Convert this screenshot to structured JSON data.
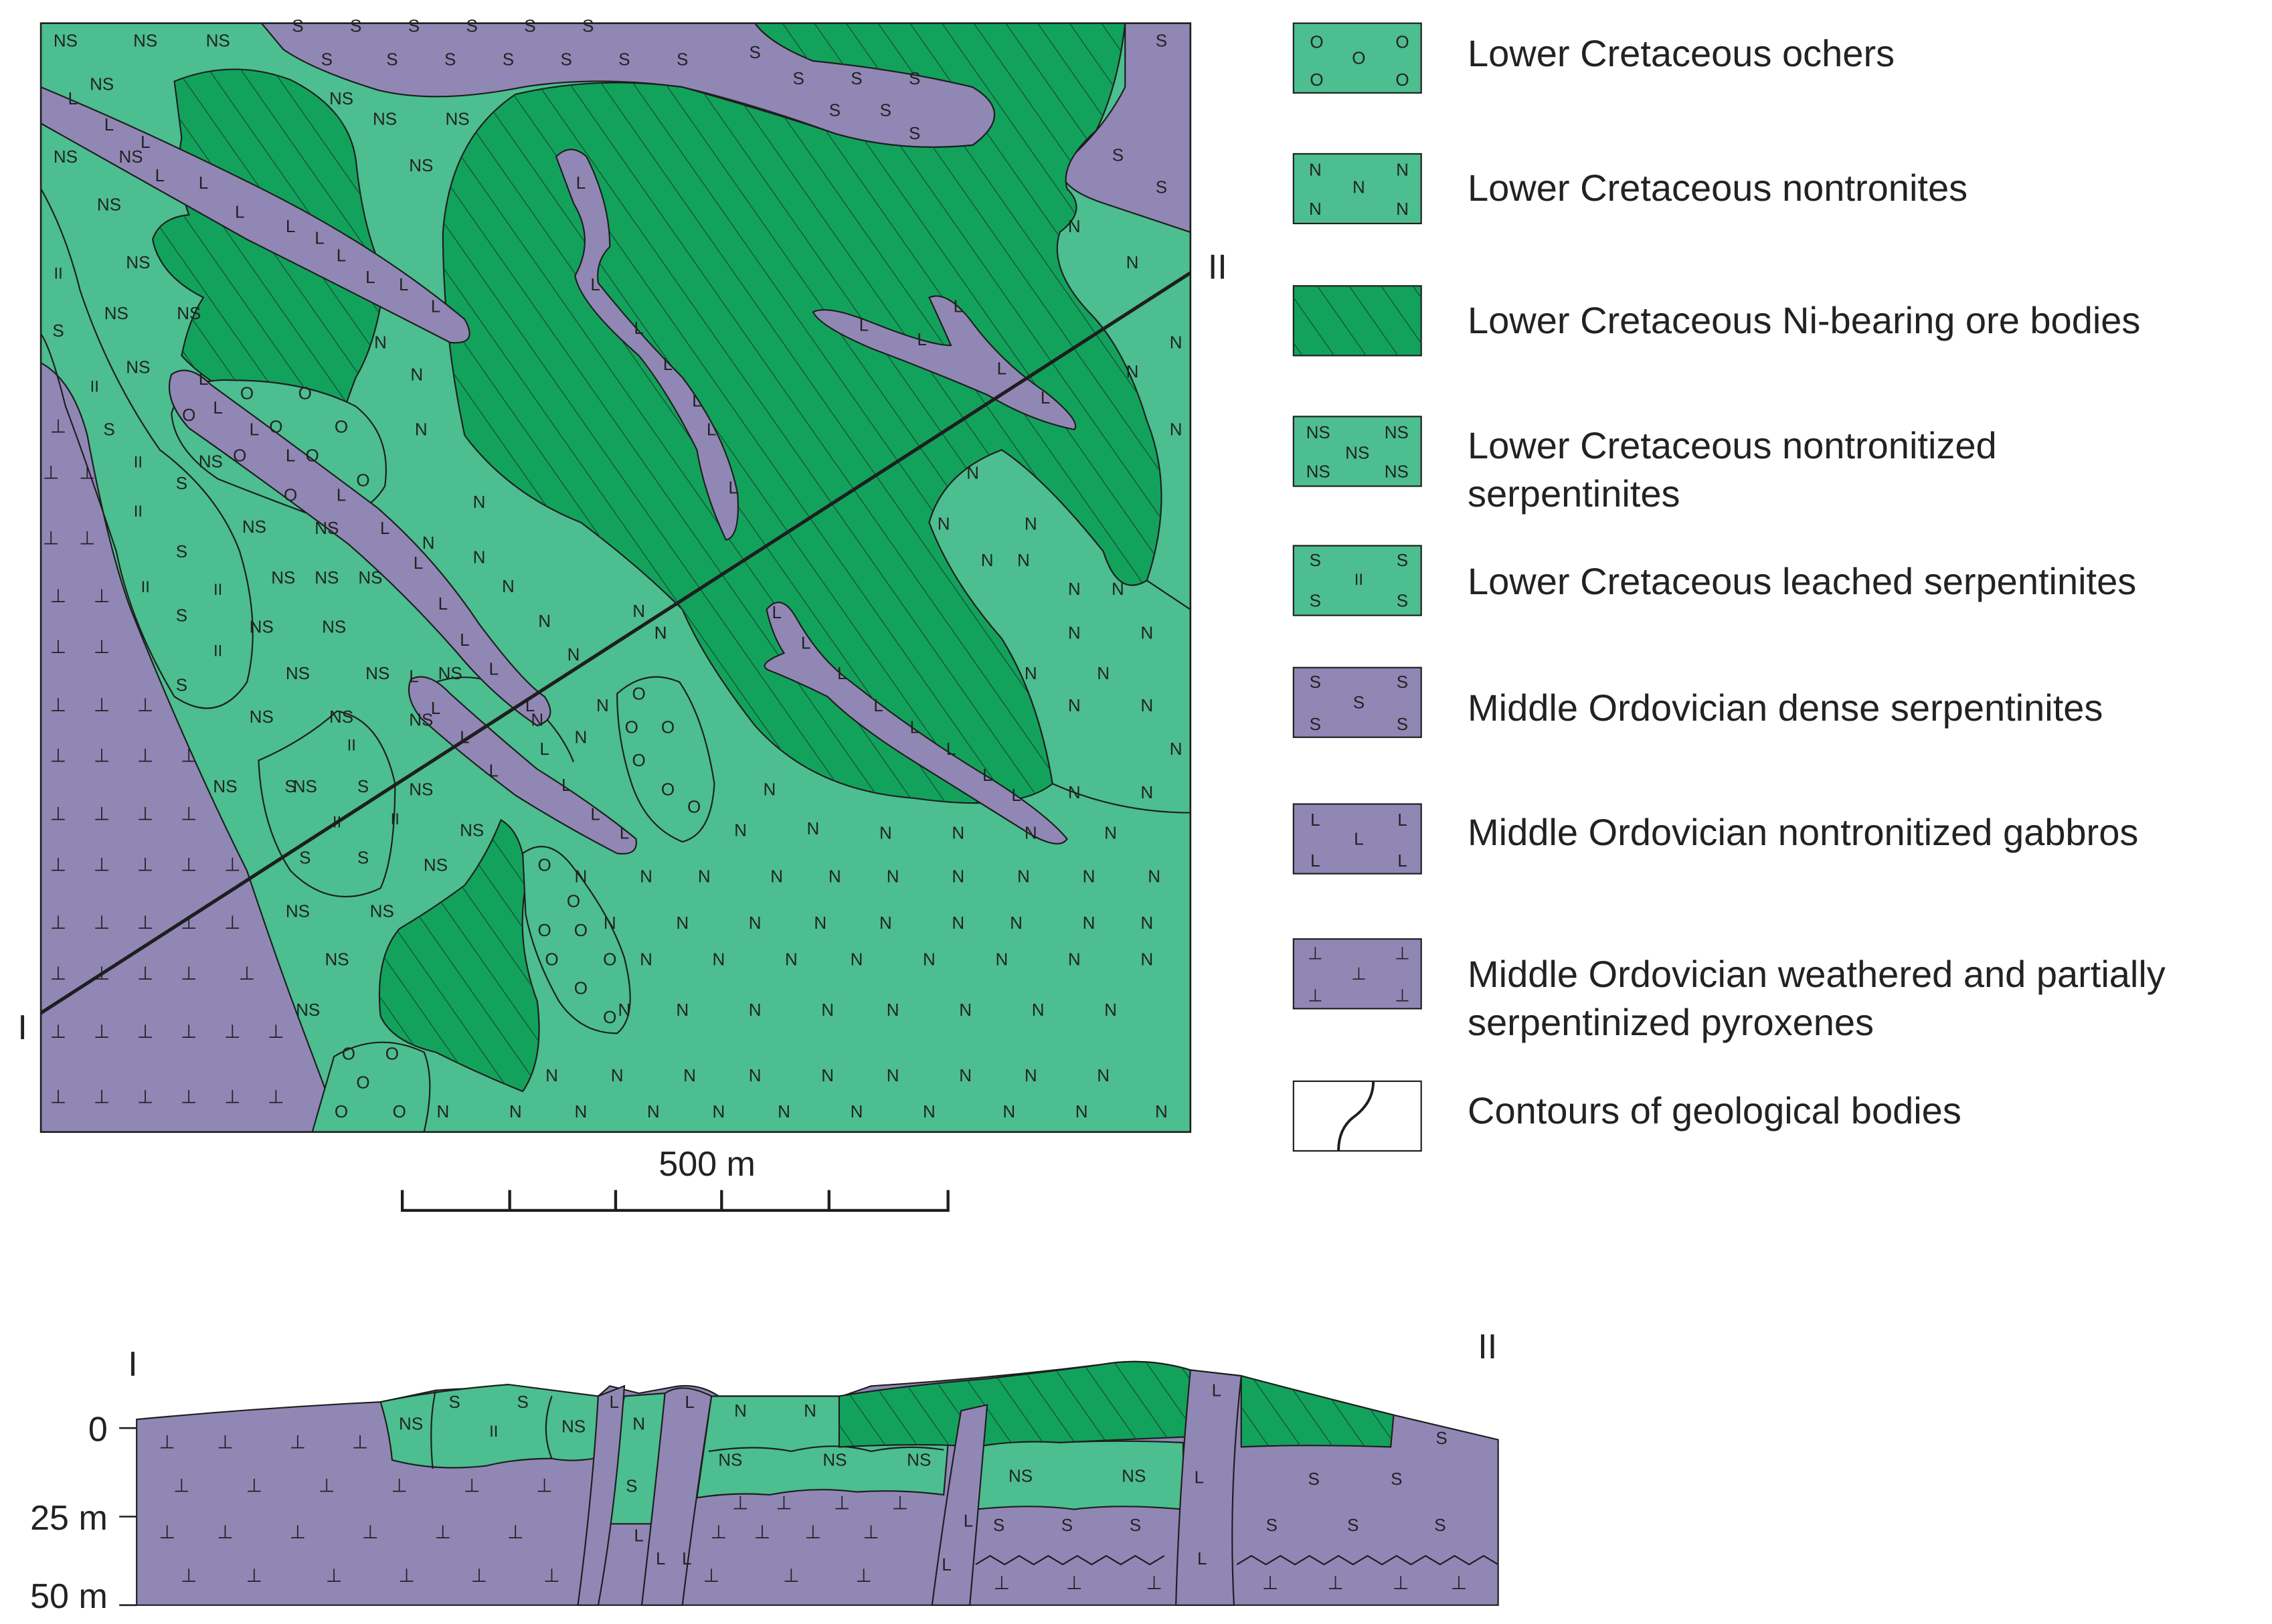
{
  "colors": {
    "green": "#4cbe8f",
    "dark_green": "#13a25c",
    "purple": "#9187b5",
    "line": "#1e1e1e",
    "hatch": "#114c30"
  },
  "map": {
    "profile_start_label": "I",
    "profile_end_label": "II",
    "scale_label": "500 m"
  },
  "section": {
    "left_label": "I",
    "right_label": "II",
    "depth_labels": [
      "0",
      "25 m",
      "50 m"
    ]
  },
  "legend": [
    {
      "pattern": "ochers",
      "symbols": "O",
      "label_lines": [
        "Lower Cretaceous ochers"
      ]
    },
    {
      "pattern": "nontronites",
      "symbols": "N",
      "label_lines": [
        "Lower Cretaceous nontronites"
      ]
    },
    {
      "pattern": "ore",
      "symbols": "",
      "label_lines": [
        "Lower Cretaceous Ni-bearing ore bodies"
      ]
    },
    {
      "pattern": "nontronized-serpentinites",
      "symbols": "NS",
      "label_lines": [
        "Lower Cretaceous nontronitized",
        "serpentinites"
      ]
    },
    {
      "pattern": "leached-serpentinites",
      "symbols": "S II",
      "label_lines": [
        "Lower Cretaceous leached serpentinites"
      ]
    },
    {
      "pattern": "dense-serpentinites",
      "symbols": "S",
      "label_lines": [
        "Middle Ordovician dense serpentinites"
      ]
    },
    {
      "pattern": "gabbros",
      "symbols": "L",
      "label_lines": [
        "Middle Ordovician nontronitized gabbros"
      ]
    },
    {
      "pattern": "pyroxenes",
      "symbols": "⊥",
      "label_lines": [
        "Middle Ordovician weathered and partially",
        "serpentinized pyroxenes"
      ]
    },
    {
      "pattern": "contours",
      "symbols": "",
      "label_lines": [
        "Contours of geological bodies"
      ]
    }
  ],
  "map_symbols": {
    "NS": [
      [
        45,
        32
      ],
      [
        100,
        32
      ],
      [
        150,
        32
      ],
      [
        70,
        62
      ],
      [
        45,
        112
      ],
      [
        90,
        112
      ],
      [
        75,
        145
      ],
      [
        95,
        185
      ],
      [
        80,
        220
      ],
      [
        130,
        220
      ],
      [
        95,
        257
      ],
      [
        145,
        322
      ],
      [
        175,
        367
      ],
      [
        195,
        402
      ],
      [
        225,
        368
      ],
      [
        225,
        402
      ],
      [
        255,
        402
      ],
      [
        180,
        436
      ],
      [
        230,
        436
      ],
      [
        205,
        468
      ],
      [
        260,
        468
      ],
      [
        180,
        498
      ],
      [
        235,
        498
      ],
      [
        290,
        500
      ],
      [
        310,
        468
      ],
      [
        155,
        546
      ],
      [
        210,
        546
      ],
      [
        290,
        548
      ],
      [
        325,
        576
      ],
      [
        300,
        600
      ],
      [
        205,
        632
      ],
      [
        263,
        632
      ],
      [
        232,
        665
      ],
      [
        212,
        700
      ],
      [
        235,
        72
      ],
      [
        265,
        86
      ],
      [
        315,
        86
      ],
      [
        290,
        118
      ]
    ],
    "N": [
      [
        262,
        240
      ],
      [
        287,
        262
      ],
      [
        290,
        300
      ],
      [
        330,
        350
      ],
      [
        295,
        378
      ],
      [
        330,
        388
      ],
      [
        350,
        408
      ],
      [
        375,
        432
      ],
      [
        395,
        455
      ],
      [
        440,
        425
      ],
      [
        415,
        490
      ],
      [
        455,
        440
      ],
      [
        370,
        500
      ],
      [
        400,
        512
      ],
      [
        455,
        440
      ],
      [
        510,
        576
      ],
      [
        530,
        548
      ],
      [
        560,
        575
      ],
      [
        610,
        578
      ],
      [
        660,
        578
      ],
      [
        710,
        578
      ],
      [
        765,
        578
      ],
      [
        790,
        550
      ],
      [
        740,
        550
      ],
      [
        710,
        468
      ],
      [
        740,
        490
      ],
      [
        760,
        468
      ],
      [
        790,
        490
      ],
      [
        810,
        520
      ],
      [
        740,
        440
      ],
      [
        790,
        440
      ],
      [
        670,
        330
      ],
      [
        710,
        365
      ],
      [
        650,
        365
      ],
      [
        680,
        390
      ],
      [
        705,
        390
      ],
      [
        740,
        410
      ],
      [
        770,
        410
      ],
      [
        740,
        160
      ],
      [
        780,
        185
      ],
      [
        810,
        240
      ],
      [
        780,
        260
      ],
      [
        810,
        300
      ],
      [
        400,
        608
      ],
      [
        445,
        608
      ],
      [
        485,
        608
      ],
      [
        535,
        608
      ],
      [
        575,
        608
      ],
      [
        615,
        608
      ],
      [
        660,
        608
      ],
      [
        705,
        608
      ],
      [
        750,
        608
      ],
      [
        795,
        608
      ],
      [
        420,
        640
      ],
      [
        470,
        640
      ],
      [
        520,
        640
      ],
      [
        565,
        640
      ],
      [
        610,
        640
      ],
      [
        660,
        640
      ],
      [
        700,
        640
      ],
      [
        750,
        640
      ],
      [
        790,
        640
      ],
      [
        445,
        665
      ],
      [
        495,
        665
      ],
      [
        545,
        665
      ],
      [
        590,
        665
      ],
      [
        640,
        665
      ],
      [
        690,
        665
      ],
      [
        740,
        665
      ],
      [
        790,
        665
      ],
      [
        430,
        700
      ],
      [
        470,
        700
      ],
      [
        520,
        700
      ],
      [
        570,
        700
      ],
      [
        615,
        700
      ],
      [
        665,
        700
      ],
      [
        715,
        700
      ],
      [
        765,
        700
      ],
      [
        380,
        745
      ],
      [
        425,
        745
      ],
      [
        475,
        745
      ],
      [
        520,
        745
      ],
      [
        570,
        745
      ],
      [
        615,
        745
      ],
      [
        665,
        745
      ],
      [
        710,
        745
      ],
      [
        760,
        745
      ],
      [
        305,
        770
      ],
      [
        355,
        770
      ],
      [
        400,
        770
      ],
      [
        450,
        770
      ],
      [
        495,
        770
      ],
      [
        540,
        770
      ],
      [
        590,
        770
      ],
      [
        640,
        770
      ],
      [
        695,
        770
      ],
      [
        745,
        770
      ],
      [
        800,
        770
      ]
    ],
    "S": [
      [
        205,
        22
      ],
      [
        245,
        22
      ],
      [
        285,
        22
      ],
      [
        325,
        22
      ],
      [
        365,
        22
      ],
      [
        405,
        22
      ],
      [
        225,
        45
      ],
      [
        270,
        45
      ],
      [
        310,
        45
      ],
      [
        350,
        45
      ],
      [
        390,
        45
      ],
      [
        430,
        45
      ],
      [
        470,
        45
      ],
      [
        520,
        40
      ],
      [
        550,
        58
      ],
      [
        590,
        58
      ],
      [
        630,
        58
      ],
      [
        575,
        80
      ],
      [
        610,
        80
      ],
      [
        630,
        96
      ],
      [
        800,
        32
      ],
      [
        770,
        111
      ],
      [
        800,
        133
      ],
      [
        40,
        232
      ],
      [
        75,
        300
      ],
      [
        125,
        337
      ],
      [
        125,
        384
      ],
      [
        125,
        428
      ],
      [
        125,
        476
      ],
      [
        200,
        546
      ],
      [
        250,
        546
      ],
      [
        210,
        595
      ],
      [
        250,
        595
      ]
    ],
    "L": [
      [
        50,
        72
      ],
      [
        75,
        90
      ],
      [
        100,
        102
      ],
      [
        110,
        125
      ],
      [
        140,
        130
      ],
      [
        165,
        150
      ],
      [
        200,
        160
      ],
      [
        220,
        168
      ],
      [
        235,
        180
      ],
      [
        255,
        195
      ],
      [
        278,
        200
      ],
      [
        300,
        215
      ],
      [
        140,
        265
      ],
      [
        150,
        285
      ],
      [
        175,
        300
      ],
      [
        200,
        318
      ],
      [
        235,
        345
      ],
      [
        265,
        368
      ],
      [
        288,
        392
      ],
      [
        305,
        420
      ],
      [
        320,
        445
      ],
      [
        340,
        465
      ],
      [
        365,
        490
      ],
      [
        375,
        520
      ],
      [
        390,
        545
      ],
      [
        410,
        565
      ],
      [
        430,
        578
      ],
      [
        285,
        470
      ],
      [
        300,
        492
      ],
      [
        320,
        512
      ],
      [
        340,
        535
      ],
      [
        400,
        130
      ],
      [
        410,
        200
      ],
      [
        440,
        230
      ],
      [
        460,
        255
      ],
      [
        480,
        280
      ],
      [
        490,
        300
      ],
      [
        505,
        340
      ],
      [
        595,
        228
      ],
      [
        635,
        238
      ],
      [
        660,
        215
      ],
      [
        690,
        258
      ],
      [
        720,
        278
      ],
      [
        535,
        426
      ],
      [
        555,
        447
      ],
      [
        580,
        468
      ],
      [
        605,
        490
      ],
      [
        630,
        505
      ],
      [
        655,
        520
      ],
      [
        680,
        538
      ],
      [
        700,
        552
      ]
    ],
    "II": [
      [
        40,
        192
      ],
      [
        65,
        270
      ],
      [
        95,
        322
      ],
      [
        95,
        356
      ],
      [
        100,
        408
      ],
      [
        150,
        410
      ],
      [
        150,
        452
      ],
      [
        242,
        517
      ],
      [
        232,
        570
      ],
      [
        272,
        568
      ]
    ],
    "O": [
      [
        130,
        290
      ],
      [
        170,
        275
      ],
      [
        210,
        275
      ],
      [
        190,
        298
      ],
      [
        235,
        298
      ],
      [
        165,
        318
      ],
      [
        215,
        318
      ],
      [
        250,
        335
      ],
      [
        200,
        345
      ],
      [
        440,
        482
      ],
      [
        435,
        505
      ],
      [
        460,
        505
      ],
      [
        440,
        528
      ],
      [
        460,
        548
      ],
      [
        478,
        560
      ],
      [
        375,
        600
      ],
      [
        395,
        625
      ],
      [
        375,
        645
      ],
      [
        400,
        645
      ],
      [
        420,
        665
      ],
      [
        380,
        665
      ],
      [
        400,
        685
      ],
      [
        420,
        705
      ],
      [
        240,
        730
      ],
      [
        270,
        730
      ],
      [
        250,
        750
      ],
      [
        235,
        770
      ],
      [
        275,
        770
      ]
    ],
    "PYX": [
      [
        40,
        298
      ],
      [
        35,
        330
      ],
      [
        60,
        330
      ],
      [
        35,
        375
      ],
      [
        60,
        375
      ],
      [
        40,
        415
      ],
      [
        70,
        415
      ],
      [
        40,
        450
      ],
      [
        70,
        450
      ],
      [
        40,
        490
      ],
      [
        70,
        490
      ],
      [
        100,
        490
      ],
      [
        40,
        525
      ],
      [
        70,
        525
      ],
      [
        100,
        525
      ],
      [
        130,
        525
      ],
      [
        40,
        565
      ],
      [
        70,
        565
      ],
      [
        100,
        565
      ],
      [
        130,
        565
      ],
      [
        40,
        600
      ],
      [
        70,
        600
      ],
      [
        100,
        600
      ],
      [
        130,
        600
      ],
      [
        160,
        600
      ],
      [
        40,
        640
      ],
      [
        70,
        640
      ],
      [
        100,
        640
      ],
      [
        130,
        640
      ],
      [
        160,
        640
      ],
      [
        40,
        675
      ],
      [
        70,
        675
      ],
      [
        100,
        675
      ],
      [
        130,
        675
      ],
      [
        170,
        675
      ],
      [
        40,
        715
      ],
      [
        70,
        715
      ],
      [
        100,
        715
      ],
      [
        130,
        715
      ],
      [
        160,
        715
      ],
      [
        190,
        715
      ],
      [
        40,
        760
      ],
      [
        70,
        760
      ],
      [
        100,
        760
      ],
      [
        130,
        760
      ],
      [
        160,
        760
      ],
      [
        190,
        760
      ]
    ]
  },
  "section_symbols": {
    "NS": [
      [
        283,
        985
      ],
      [
        395,
        987
      ],
      [
        503,
        1010
      ],
      [
        575,
        1010
      ],
      [
        633,
        1010
      ],
      [
        703,
        1021
      ],
      [
        781,
        1021
      ]
    ],
    "S": [
      [
        313,
        970
      ],
      [
        360,
        970
      ],
      [
        435,
        1028
      ],
      [
        688,
        1055
      ],
      [
        735,
        1055
      ],
      [
        782,
        1055
      ],
      [
        993,
        995
      ],
      [
        905,
        1023
      ],
      [
        962,
        1023
      ],
      [
        876,
        1055
      ],
      [
        932,
        1055
      ],
      [
        992,
        1055
      ]
    ],
    "II": [
      [
        340,
        990
      ]
    ],
    "L": [
      [
        423,
        970
      ],
      [
        475,
        970
      ],
      [
        440,
        1062
      ],
      [
        455,
        1078
      ],
      [
        473,
        1078
      ],
      [
        652,
        1082
      ],
      [
        667,
        1052
      ],
      [
        826,
        1022
      ],
      [
        838,
        962
      ],
      [
        828,
        1078
      ]
    ],
    "N": [
      [
        440,
        985
      ],
      [
        510,
        976
      ],
      [
        558,
        976
      ]
    ],
    "PYX": [
      [
        115,
        998
      ],
      [
        155,
        998
      ],
      [
        205,
        998
      ],
      [
        248,
        998
      ],
      [
        125,
        1028
      ],
      [
        175,
        1028
      ],
      [
        225,
        1028
      ],
      [
        275,
        1028
      ],
      [
        325,
        1028
      ],
      [
        375,
        1028
      ],
      [
        115,
        1060
      ],
      [
        155,
        1060
      ],
      [
        205,
        1060
      ],
      [
        255,
        1060
      ],
      [
        305,
        1060
      ],
      [
        355,
        1060
      ],
      [
        130,
        1090
      ],
      [
        175,
        1090
      ],
      [
        230,
        1090
      ],
      [
        280,
        1090
      ],
      [
        330,
        1090
      ],
      [
        380,
        1090
      ],
      [
        510,
        1040
      ],
      [
        540,
        1040
      ],
      [
        580,
        1040
      ],
      [
        620,
        1040
      ],
      [
        495,
        1060
      ],
      [
        525,
        1060
      ],
      [
        560,
        1060
      ],
      [
        600,
        1060
      ],
      [
        490,
        1090
      ],
      [
        545,
        1090
      ],
      [
        595,
        1090
      ],
      [
        690,
        1095
      ],
      [
        740,
        1095
      ],
      [
        795,
        1095
      ],
      [
        875,
        1095
      ],
      [
        920,
        1095
      ],
      [
        965,
        1095
      ],
      [
        1005,
        1095
      ]
    ]
  }
}
